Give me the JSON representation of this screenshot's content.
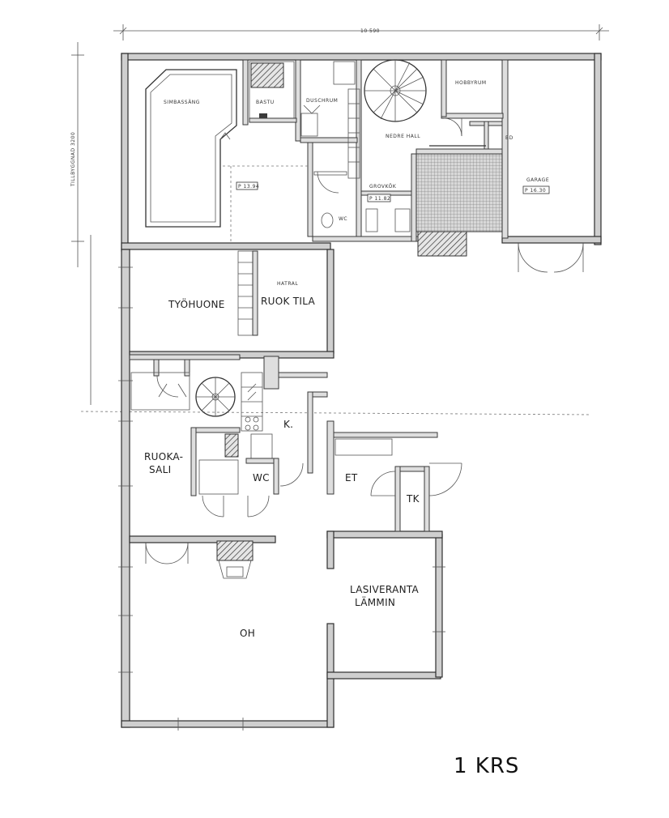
{
  "dimensions": {
    "total_width": "10 590",
    "left_height": "TILLBYGGNAD 3200"
  },
  "rooms": {
    "simbassang": "SIMBASSÄNG",
    "pool_area": "P 13.94",
    "bastu": "BASTU",
    "dusch": "DUSCHRUM",
    "nedre_hall": "NEDRE HALL",
    "hobbyrum": "HOBBYRUM",
    "bd": "BD",
    "garage": "GARAGE",
    "garage_area": "P 16.30",
    "grovkok": "GROVKÖK",
    "grovkok_area": "P 11.82",
    "wc_lower": "WC",
    "tyohuone": "TYÖHUONE",
    "ruoktila_top": "HATRAL",
    "ruoktila": "RUOK TILA",
    "ruokasali_1": "RUOKA-",
    "ruokasali_2": "SALI",
    "keittio": "K.",
    "wc": "WC",
    "et": "ET",
    "tk": "TK",
    "lasiveranta_1": "LASIVERANTA",
    "lasiveranta_2": "LÄMMIN",
    "oh": "OH"
  },
  "floor_label": "1 KRS"
}
